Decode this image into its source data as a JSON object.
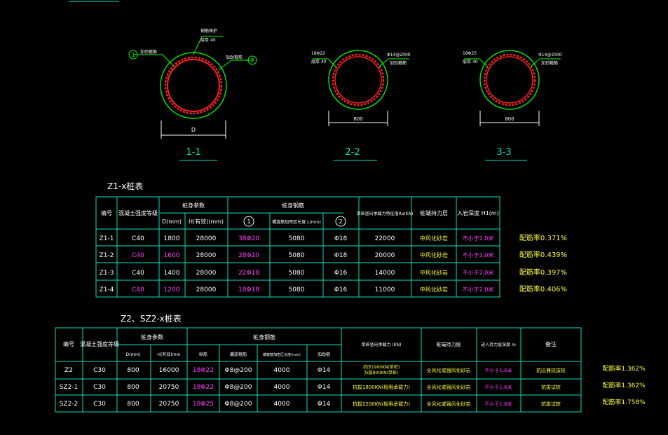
{
  "colors": {
    "background": "#000000",
    "line": "#00e0c0",
    "circle": "#00e000",
    "rebar": "#ff2020",
    "text": "#ffffff",
    "magenta": "#ff40ff",
    "yellow": "#ffff40",
    "leader": "#00ff00"
  },
  "sections": {
    "s1": {
      "label": "1-1",
      "dim": "D",
      "tag1": "1",
      "tag2": "2",
      "note_a": "钢筋保护",
      "note_b": "层厚 40",
      "note_c": "加劲箍筋",
      "note_d": "加劲箍筋"
    },
    "s2": {
      "label": "2-2",
      "dim": "800",
      "note_a": "18Φ22",
      "note_b": "层厚 40",
      "note_c": "Φ14@2000",
      "note_d": "加劲箍筋"
    },
    "s3": {
      "label": "3-3",
      "dim": "800",
      "note_a": "18Φ25",
      "note_b": "层厚 40",
      "note_c": "Φ14@2000",
      "note_d": "加劲箍筋"
    }
  },
  "table1": {
    "title": "Z1-x桩表",
    "head": {
      "no": "编号",
      "grade": "混凝土强度等级",
      "body_size": "桩身参数",
      "d": "D(mm)",
      "h": "H(有效)(mm)",
      "rebar": "桩身钢筋",
      "c1": "1",
      "len": "螺旋筋加密区长度 L(mm)",
      "c2": "2",
      "cap": "单桩竖向承载力特征值Ra(KN)",
      "layer": "桩端持力层",
      "depth": "入岩深度 H1(m)"
    },
    "rows": [
      {
        "no": "Z1-1",
        "grade": "C40",
        "d": "1800",
        "h": "28000",
        "r1": "38Φ20",
        "len": "5080",
        "r2": "Φ18",
        "cap": "22000",
        "layer": "中风化砂岩",
        "depth": "不小于2.0米",
        "ratio": "配筋率0.371%"
      },
      {
        "no": "Z1-2",
        "grade": "C40",
        "d": "1600",
        "h": "28000",
        "r1": "28Φ20",
        "len": "5080",
        "r2": "Φ18",
        "cap": "20000",
        "layer": "中风化砂岩",
        "depth": "不小于2.0米",
        "ratio": "配筋率0.439%"
      },
      {
        "no": "Z1-3",
        "grade": "C40",
        "d": "1400",
        "h": "28000",
        "r1": "22Φ18",
        "len": "5080",
        "r2": "Φ16",
        "cap": "14000",
        "layer": "中风化砂岩",
        "depth": "不小于2.0米",
        "ratio": "配筋率0.397%"
      },
      {
        "no": "Z1-4",
        "grade": "C40",
        "d": "1200",
        "h": "28000",
        "r1": "18Φ18",
        "len": "5080",
        "r2": "Φ16",
        "cap": "11000",
        "layer": "中风化砂岩",
        "depth": "不小于2.0米",
        "ratio": "配筋率0.406%"
      }
    ]
  },
  "table2": {
    "title": "Z2、SZ2-x桩表",
    "head": {
      "no": "编号",
      "grade": "混凝土强度等级",
      "body_size": "桩身参数",
      "d": "D(mm)",
      "h": "H(有效)mm",
      "rebar": "桩身钢筋",
      "c1": "纵筋",
      "c2": "螺旋箍筋",
      "len": "螺旋筋加密区长度(mm)",
      "c3": "加劲箍",
      "cap": "单桩竖向承载力 (KN)",
      "layer": "桩端持力层",
      "depth": "进入持力层深度 m",
      "remark": "备注"
    },
    "rows": [
      {
        "no": "Z2",
        "grade": "C30",
        "d": "800",
        "h": "16000",
        "r1": "18Φ22",
        "r2": "Φ8@200",
        "len": "4000",
        "r3": "Φ14",
        "cap": "抗压1900KN(单桩)",
        "cap2": "抗拔800KN(单桩)",
        "layer": "全风化或强风化砂岩",
        "depth": "不小于1.6米",
        "remark": "抗压兼抗拔桩",
        "ratio": "配筋率1.362%"
      },
      {
        "no": "SZ2-1",
        "grade": "C30",
        "d": "800",
        "h": "20750",
        "r1": "18Φ22",
        "r2": "Φ8@200",
        "len": "4000",
        "r3": "Φ14",
        "cap": "抗拔1800KN(极限承载力)",
        "cap2": "",
        "layer": "全风化或强风化砂岩",
        "depth": "不小于1.6米",
        "remark": "抗拔试桩",
        "ratio": "配筋率1.362%"
      },
      {
        "no": "SZ2-2",
        "grade": "C30",
        "d": "800",
        "h": "20750",
        "r1": "18Φ25",
        "r2": "Φ8@200",
        "len": "4000",
        "r3": "Φ14",
        "cap": "抗拔2200KN(极限承载力)",
        "cap2": "",
        "layer": "全风化或强风化砂岩",
        "depth": "不小于1.6米",
        "remark": "抗拔试桩",
        "ratio": "配筋率1.758%"
      }
    ]
  }
}
